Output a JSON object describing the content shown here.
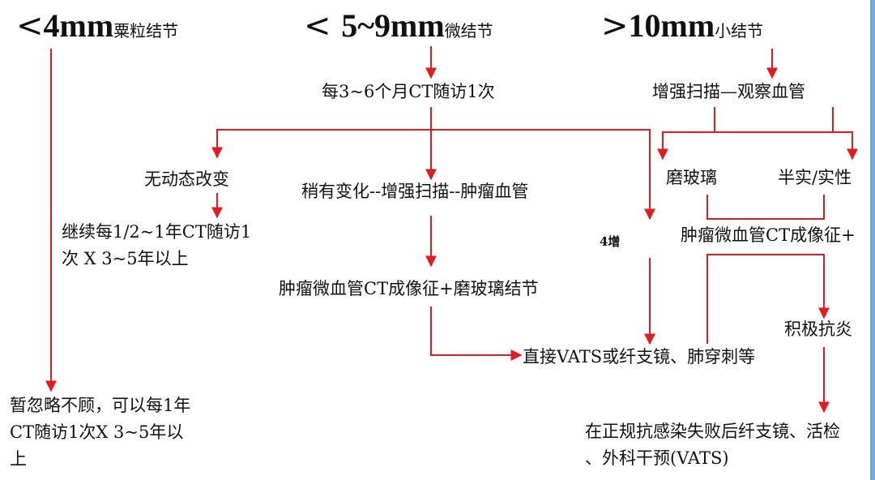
{
  "headers": {
    "small": {
      "symbol": "<",
      "size": "4mm",
      "label": "粟粒结节"
    },
    "medium": {
      "symbol": "< ",
      "size": "5~9mm",
      "label": "微结节"
    },
    "large": {
      "symbol": ">",
      "size": "10mm",
      "label": "小结节"
    }
  },
  "nodes": {
    "followup_3_6": "每3~6个月CT随访1次",
    "enhanced_scan": "增强扫描—观察血管",
    "no_change": "无动态改变",
    "slight_change": "稍有变化--增强扫描--肿瘤血管",
    "ground_glass": "磨玻璃",
    "semi_solid": "半实/实性",
    "continue_followup": "继续每1/2~1年CT随访1次 X 3~5年以上",
    "increase": "4增",
    "tumor_sign_right": "肿瘤微血管CT成像征+",
    "tumor_sign_ggo": "肿瘤微血管CT成像征+磨玻璃结节",
    "active_antiinflam": "积极抗炎",
    "ignore": "暂忽略不顾，可以每1年CT随访1次X 3~5年以上",
    "direct_vats": "直接VATS或纤支镜、肺穿刺等",
    "after_fail": "在正规抗感染失败后纤支镜、活检 、外科干预(VATS)"
  },
  "colors": {
    "arrow": "#e41a1c",
    "edge": "#6fa8dc"
  }
}
